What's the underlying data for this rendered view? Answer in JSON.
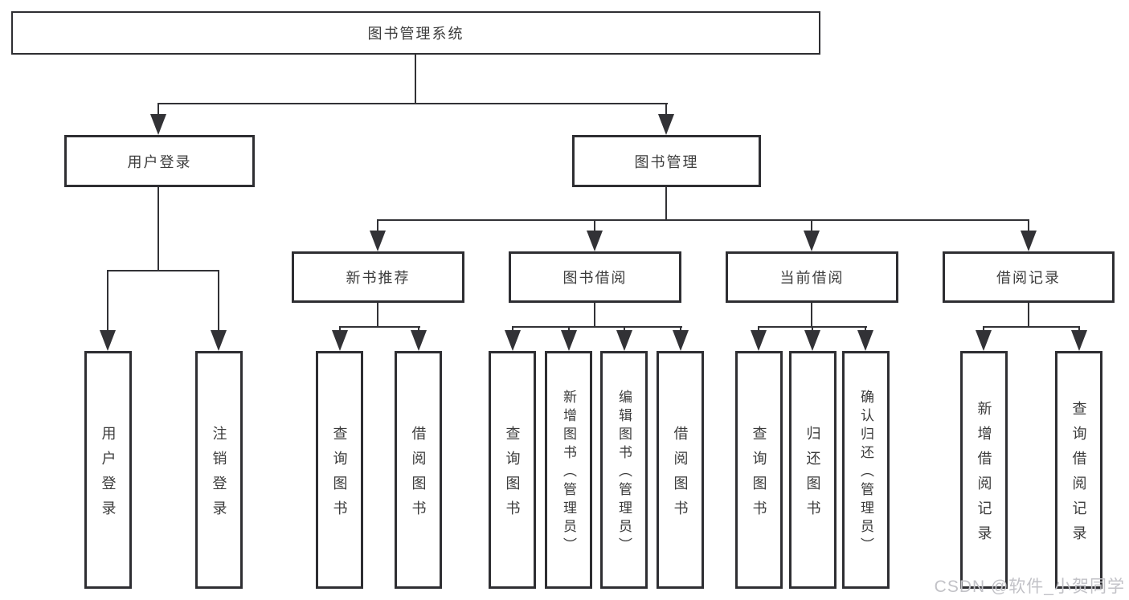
{
  "diagram": {
    "root": {
      "label": "图书管理系统"
    },
    "level2": {
      "user_login": {
        "label": "用户登录"
      },
      "book_management": {
        "label": "图书管理"
      }
    },
    "level3": {
      "new_book_recommend": {
        "label": "新书推荐"
      },
      "book_borrow": {
        "label": "图书借阅"
      },
      "current_borrow": {
        "label": "当前借阅"
      },
      "borrow_records": {
        "label": "借阅记录"
      }
    },
    "leaves": {
      "user_login": [
        "用户登录",
        "注销登录"
      ],
      "new_book_recommend": [
        "查询图书",
        "借阅图书"
      ],
      "book_borrow": [
        "查询图书",
        "新增图书（管理员）",
        "编辑图书（管理员）",
        "借阅图书"
      ],
      "current_borrow": [
        "查询图书",
        "归还图书",
        "确认归还（管理员）"
      ],
      "borrow_records": [
        "新增借阅记录",
        "查询借阅记录"
      ]
    },
    "colors": {
      "line": "#323236",
      "border": "#2e2e32",
      "text": "#3c3c3c",
      "watermark": "#c2c2c7"
    }
  },
  "watermark": {
    "text": "CSDN @软件_小贺同学"
  }
}
